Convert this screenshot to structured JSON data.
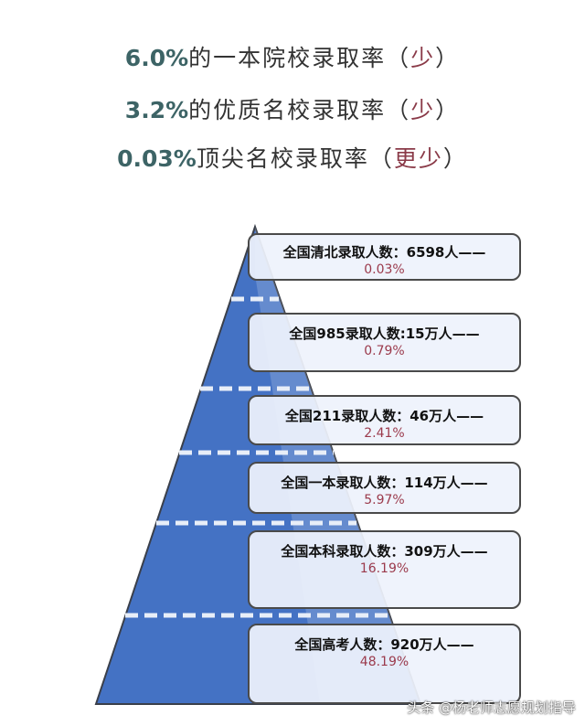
{
  "headlines": [
    {
      "pct": "6.0%",
      "text": "的一本院校录取率（",
      "emph": "少",
      "close": "）"
    },
    {
      "pct": "3.2%",
      "text": "的优质名校录取率（",
      "emph": "少",
      "close": "）"
    },
    {
      "pct": "0.03%",
      "text": "顶尖名校录取率（",
      "emph": "更少",
      "close": "）"
    }
  ],
  "tiers": [
    {
      "label": "全国清北录取人数：6598人——",
      "ratio": "0.03%"
    },
    {
      "label": "全国985录取人数:15万人——",
      "ratio": "0.79%"
    },
    {
      "label": "全国211录取人数：46万人——",
      "ratio": "2.41%"
    },
    {
      "label": "全国一本录取人数：114万人——",
      "ratio": "5.97%"
    },
    {
      "label": "全国本科录取人数：309万人——",
      "ratio": "16.19%"
    },
    {
      "label": "全国高考人数：920万人——",
      "ratio": "48.19%"
    }
  ],
  "colors": {
    "pyramid": "#4472c4",
    "pct_text": "#3d6466",
    "ratio_text": "#9b3a4c"
  },
  "watermark": "头条 @杨老师志愿规划指导"
}
